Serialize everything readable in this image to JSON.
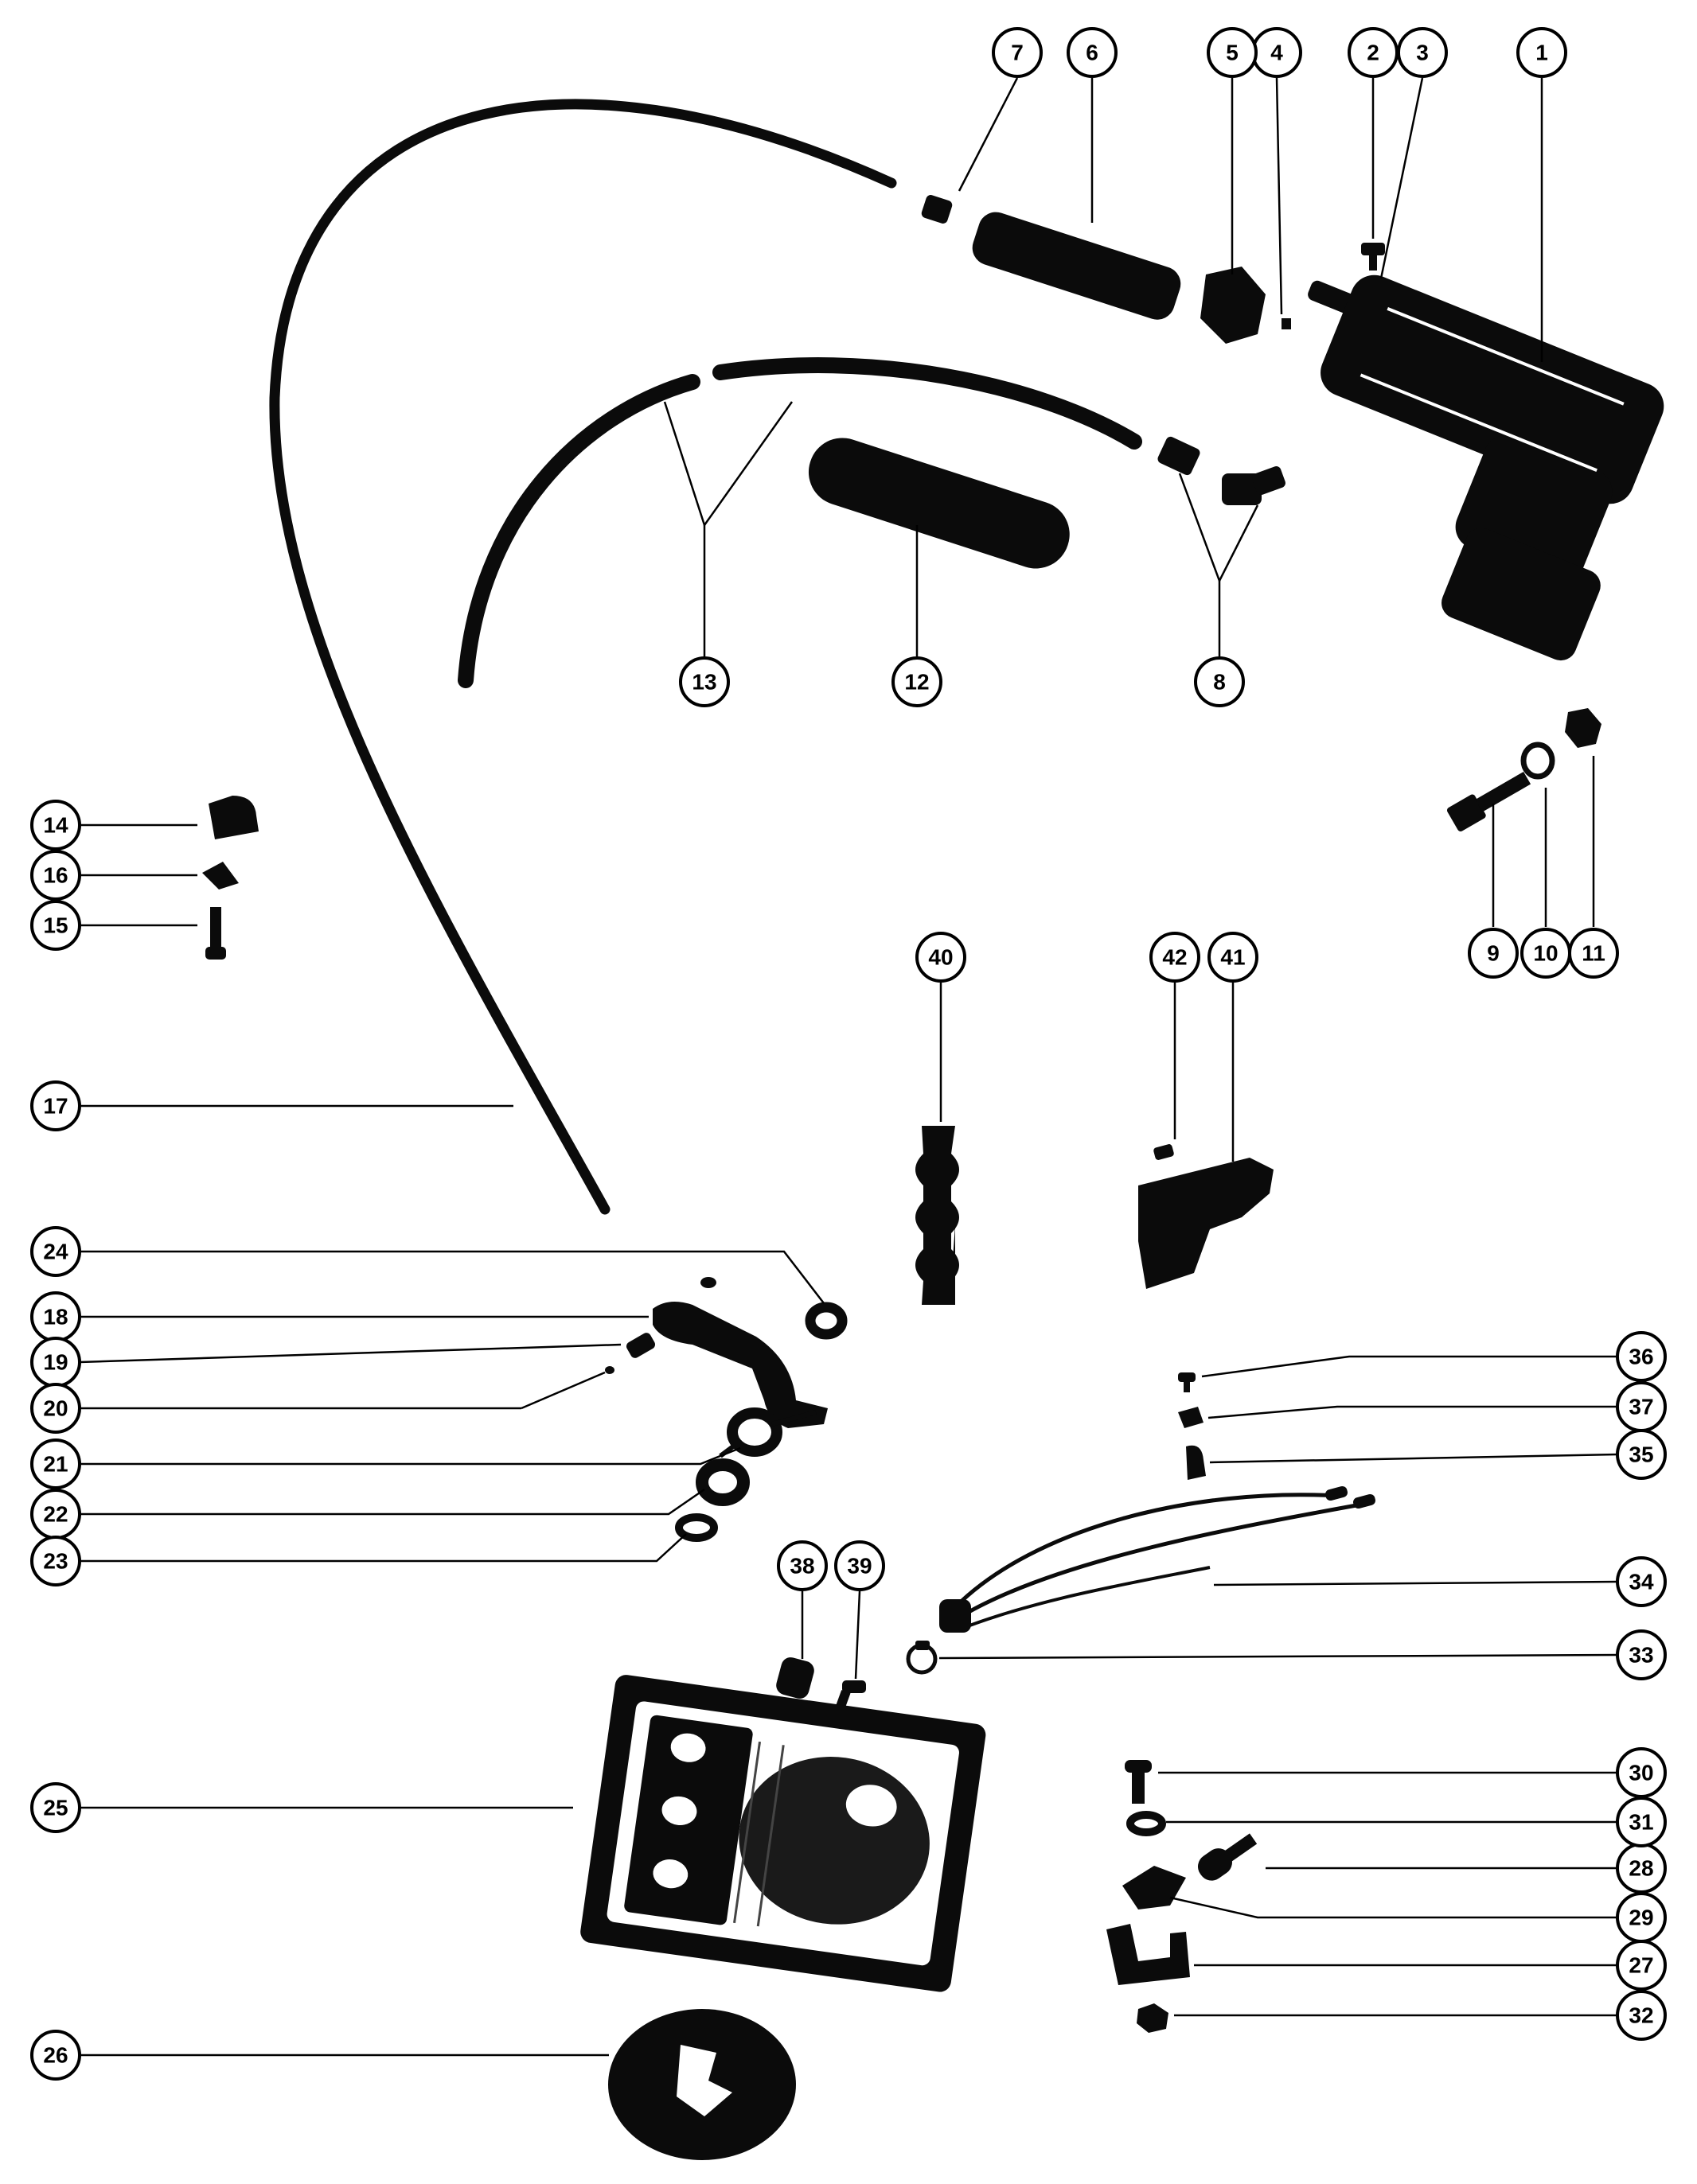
{
  "diagram": {
    "callouts": [
      "1",
      "2",
      "3",
      "4",
      "5",
      "6",
      "7",
      "8",
      "9",
      "10",
      "11",
      "12",
      "13",
      "14",
      "15",
      "16",
      "17",
      "18",
      "19",
      "20",
      "21",
      "22",
      "23",
      "24",
      "25",
      "26",
      "27",
      "28",
      "29",
      "30",
      "31",
      "32",
      "33",
      "34",
      "35",
      "36",
      "37",
      "38",
      "39",
      "40",
      "41",
      "42"
    ]
  }
}
